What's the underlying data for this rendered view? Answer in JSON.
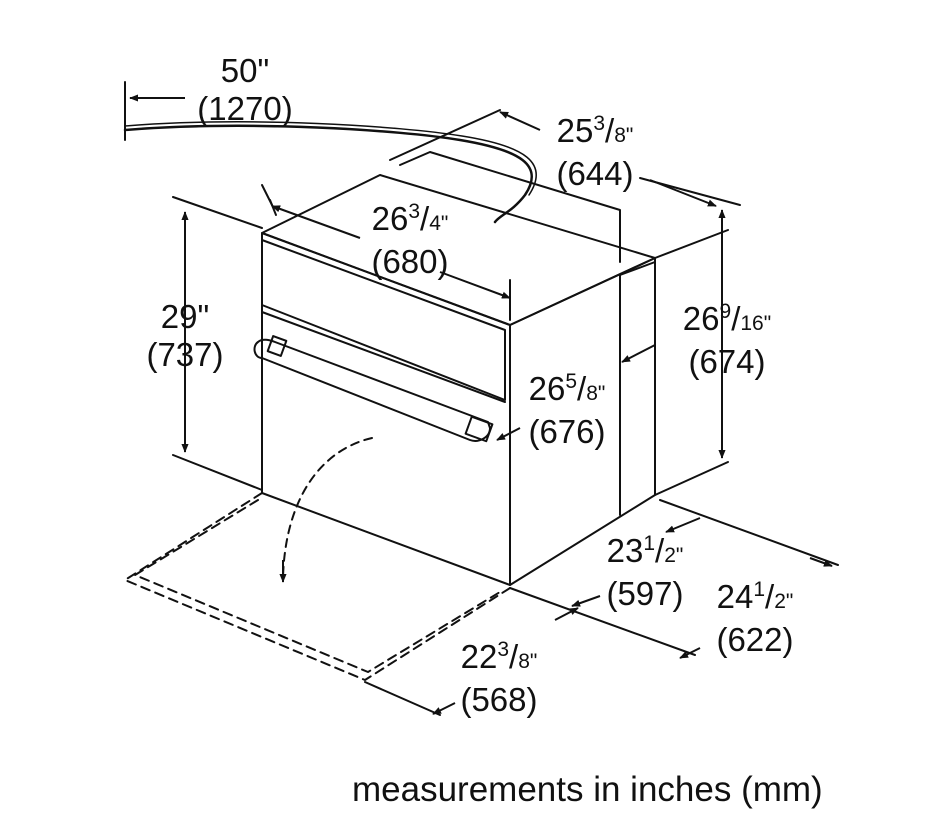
{
  "dimensions": {
    "cord_length": {
      "inches": "50\"",
      "mm": "(1270)"
    },
    "top_depth": {
      "inches_whole": "25",
      "num": "3",
      "den": "8\"",
      "mm": "(644)"
    },
    "front_width": {
      "inches_whole": "26",
      "num": "3",
      "den": "4\"",
      "mm": "(680)"
    },
    "overall_height": {
      "inches": "29\"",
      "mm": "(737)"
    },
    "side_height": {
      "inches_whole": "26",
      "num": "9",
      "den": "16\"",
      "mm": "(674)"
    },
    "door_depth": {
      "inches_whole": "26",
      "num": "5",
      "den": "8\"",
      "mm": "(676)"
    },
    "cabinet_depth": {
      "inches_whole": "23",
      "num": "1",
      "den": "2\"",
      "mm": "(597)"
    },
    "base_depth": {
      "inches_whole": "24",
      "num": "1",
      "den": "2\"",
      "mm": "(622)"
    },
    "door_open": {
      "inches_whole": "22",
      "num": "3",
      "den": "8\"",
      "mm": "(568)"
    }
  },
  "footer": {
    "note": "measurements in inches (mm)"
  },
  "colors": {
    "line": "#111111",
    "background": "#ffffff"
  }
}
